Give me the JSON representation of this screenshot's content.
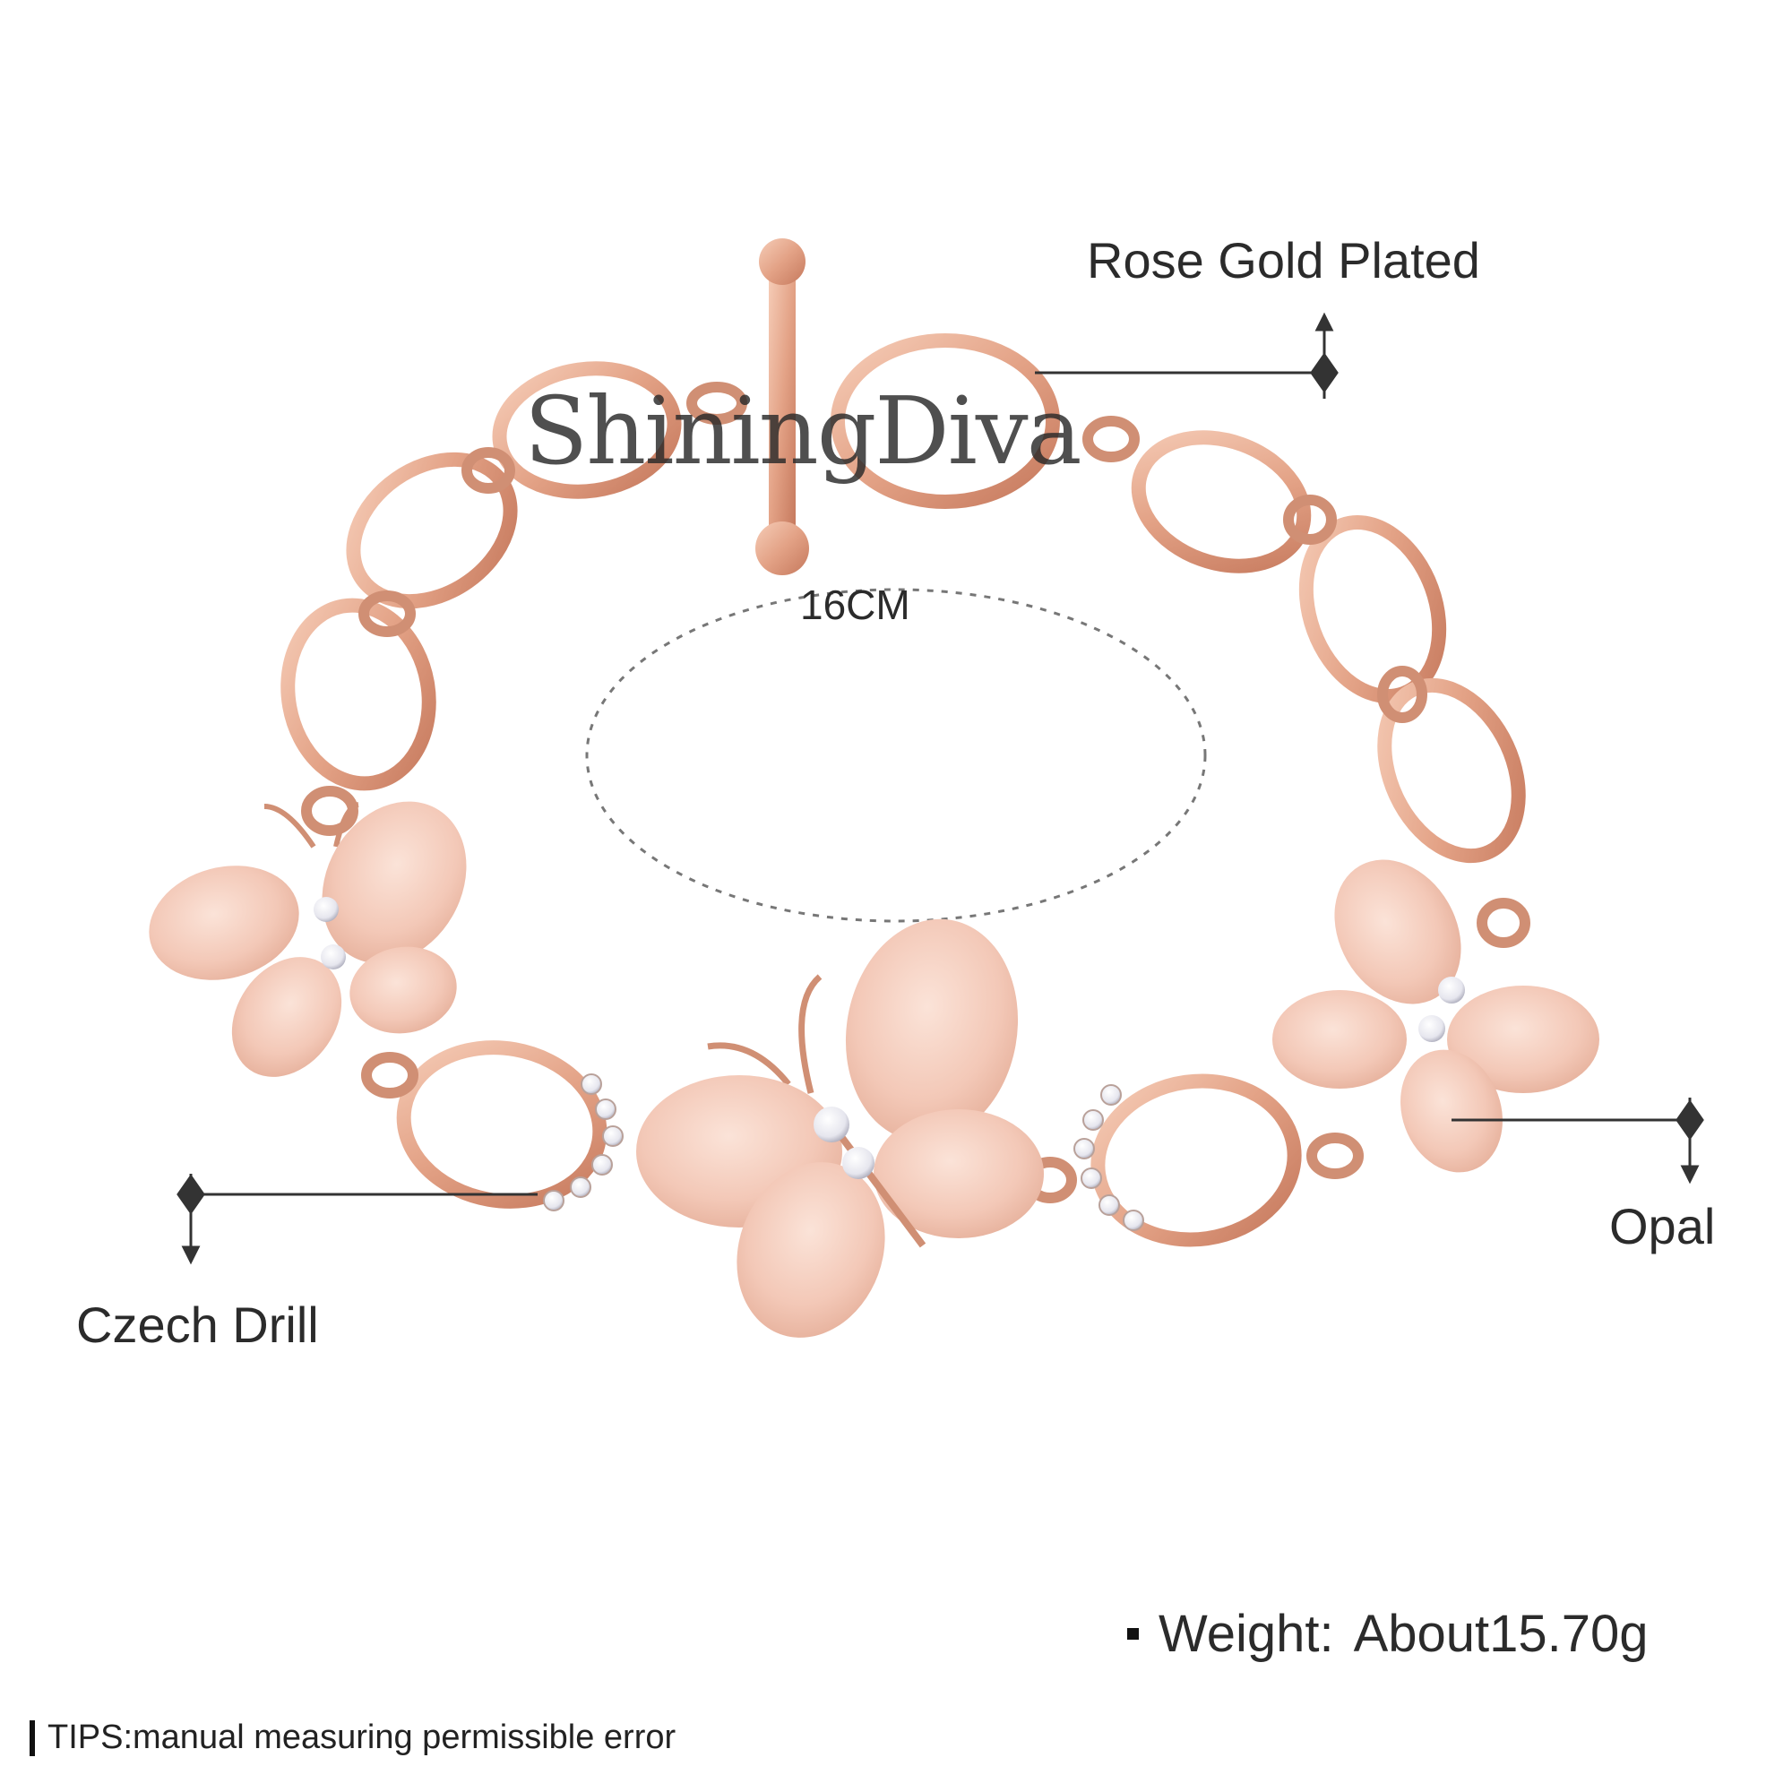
{
  "product": {
    "watermark": "ShiningDiva",
    "callouts": {
      "rose_gold": "Rose Gold Plated",
      "opal": "Opal",
      "czech_drill": "Czech Drill"
    },
    "length_label": "16CM",
    "weight": {
      "key": "Weight:",
      "value": "About15.70g"
    },
    "tips": "TIPS:manual measuring permissible error"
  },
  "colors": {
    "rose_gold": "#e7a98e",
    "rose_gold_dark": "#c77f62",
    "opal": "#f3cbbc",
    "text": "#2b2b2b",
    "background": "#ffffff"
  }
}
